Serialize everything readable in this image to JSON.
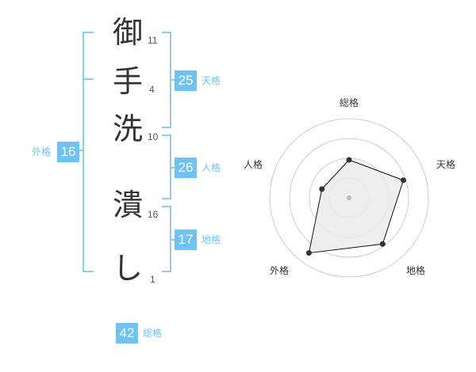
{
  "name": {
    "characters": [
      {
        "char": "御",
        "strokes": "11"
      },
      {
        "char": "手",
        "strokes": "4"
      },
      {
        "char": "洗",
        "strokes": "10"
      },
      {
        "char": "潰",
        "strokes": "16"
      },
      {
        "char": "し",
        "strokes": "1"
      }
    ]
  },
  "kaku": {
    "tenkaku": {
      "value": "25",
      "label": "天格"
    },
    "jinkaku": {
      "value": "26",
      "label": "人格"
    },
    "chikaku": {
      "value": "17",
      "label": "地格"
    },
    "gaikaku": {
      "value": "16",
      "label": "外格"
    },
    "soukaku": {
      "value": "42",
      "label": "総格"
    }
  },
  "radar": {
    "axes": [
      "総格",
      "天格",
      "地格",
      "外格",
      "人格"
    ],
    "levels": 4,
    "values": [
      2.4,
      3.6,
      3.6,
      4.3,
      1.8
    ],
    "max": 5,
    "colors": {
      "grid": "#cccccc",
      "fill": "#ebebeb",
      "line": "#111111",
      "point": "#333333",
      "center": "#bbbbbb"
    }
  },
  "colors": {
    "accent": "#6ec3f4",
    "bracket": "#8ccdf2"
  }
}
